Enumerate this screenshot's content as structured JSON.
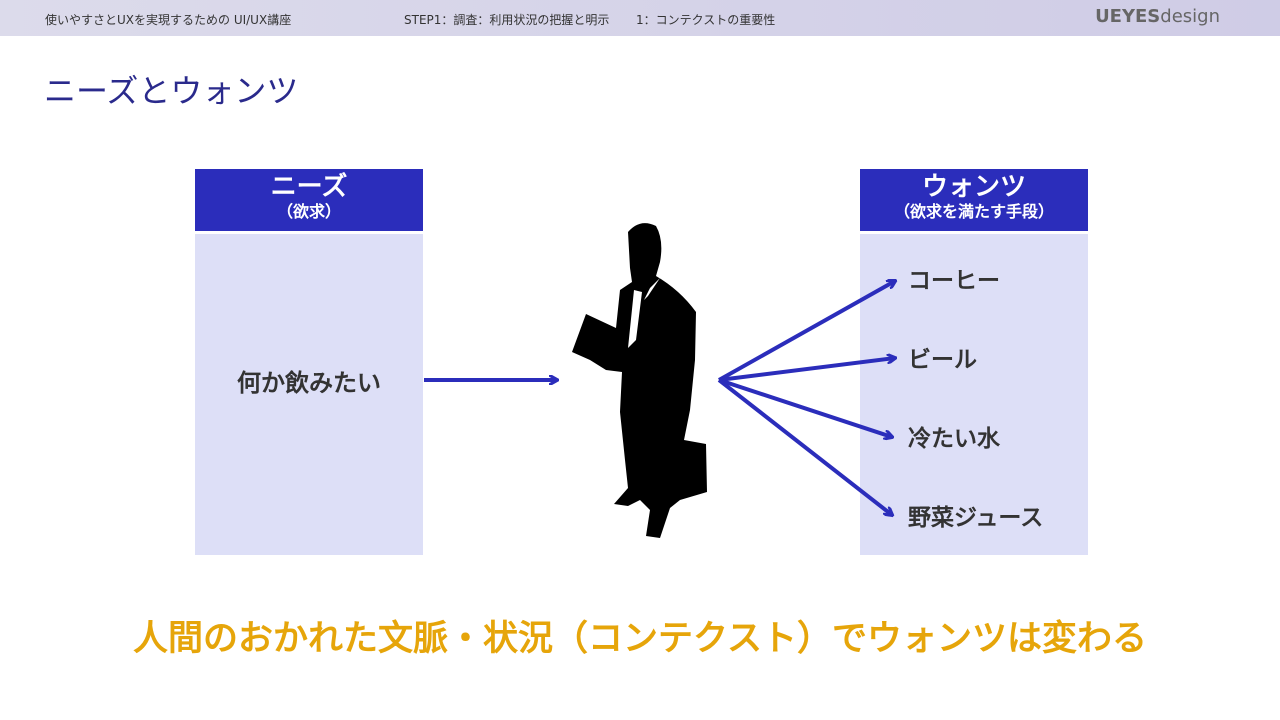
{
  "header": {
    "course": "使いやすさとUXを実現するための UI/UX講座",
    "step": "STEP1：調査：利用状況の把握と明示",
    "section": "1：コンテクストの重要性",
    "logo_bold": "UEYES",
    "logo_light": "design"
  },
  "title": "ニーズとウォンツ",
  "needs": {
    "heading": "ニーズ",
    "sub": "（欲求）",
    "item": "何か飲みたい"
  },
  "wants": {
    "heading": "ウォンツ",
    "sub": "（欲求を満たす手段）",
    "items": [
      "コーヒー",
      "ビール",
      "冷たい水",
      "野菜ジュース"
    ]
  },
  "message": "人間のおかれた文脈・状況（コンテクスト）でウォンツは変わる",
  "colors": {
    "accent": "#2b2dbb",
    "box": "#dddff7",
    "message": "#e6a50a"
  }
}
